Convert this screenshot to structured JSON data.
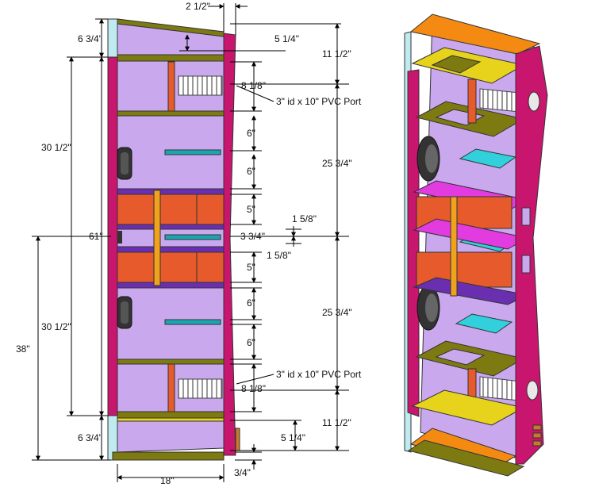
{
  "colors": {
    "purple_panel": "#c9a8ee",
    "magenta": "#c8156e",
    "olive": "#7d7a12",
    "orange_shelf": "#e65a2c",
    "blue_shelf": "#6a2fb0",
    "gold_brace": "#f0a21c",
    "teal_brace": "#1aa6b0",
    "pale_cyan": "#bfeaf0",
    "orange_top": "#f58a12",
    "yellow": "#e7d21c",
    "bright_magenta": "#e23be0",
    "cyan_brace": "#32d0dc"
  },
  "dimensions": {
    "top_setback": "2 1/2\"",
    "top_cap_left": "6 3/4\"",
    "top_slope": "5 1/4\"",
    "top_cap_right": "11 1/2\"",
    "port_gap_top": "8 1/8\"",
    "left_upper": "30 1/2\"",
    "right_upper": "25 3/4\"",
    "spacing_1": "6\"",
    "spacing_2": "6\"",
    "spacing_3": "5\"",
    "total_height": "61\"",
    "offset_a": "1 5/8\"",
    "center_gap": "3 3/4\"",
    "offset_b": "1 5/8\"",
    "spacing_4": "5\"",
    "left_lower": "30 1/2\"",
    "left_base_height": "38\"",
    "right_lower": "25 3/4\"",
    "spacing_5": "6\"",
    "spacing_6": "6\"",
    "port_gap_bottom": "8 1/8\"",
    "bottom_cap_right": "11 1/2\"",
    "bottom_cap_left": "6 3/4\"",
    "bottom_slope": "5 1/4\"",
    "base_thickness": "3/4\"",
    "width": "18\""
  },
  "notes": {
    "port_top": "3\" id x 10\" PVC Port",
    "port_bottom": "3\" id x 10\" PVC Port"
  }
}
